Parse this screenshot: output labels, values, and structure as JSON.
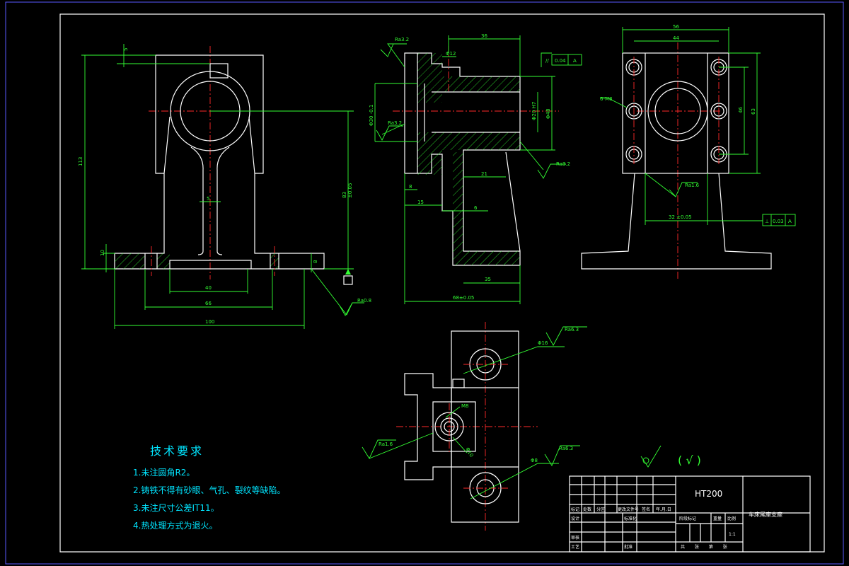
{
  "views": {
    "front": {
      "dims": {
        "total_height": "113",
        "base_thickness": "10",
        "offset": "5",
        "boss_width": "40",
        "hole_spacing": "66",
        "base_length": "100",
        "rib": "5",
        "center_height": "83",
        "tol": "±0.05",
        "base_h": "8"
      },
      "roughness": "Ra0.8"
    },
    "side": {
      "dims": {
        "top": "36",
        "hole": "Φ12",
        "bore_outer": "Φ30 -0.1",
        "bore": "Φ20 H7",
        "outer": "Φ48",
        "flange": "8",
        "w15": "15",
        "w21": "21",
        "w6": "6",
        "w35": "35",
        "total": "68±0.05"
      },
      "roughness": [
        "Ra3.2",
        "Ra3.2",
        "Ra3.2"
      ],
      "tolerance_frame": [
        "//",
        "0.04",
        "A"
      ]
    },
    "right": {
      "dims": {
        "w56": "56",
        "w44": "44",
        "h46": "46",
        "h63": "63",
        "w32": "32 ±0.05",
        "holes": "6-M8"
      },
      "roughness": "Ra1.6",
      "tolerance_frame": [
        "⊥",
        "0.03",
        "A"
      ]
    },
    "top": {
      "dims": {
        "d16": "Φ16",
        "m8": "M8",
        "d10": "Φ10",
        "d8": "Φ8"
      },
      "roughness": [
        "Ra6.3",
        "Ra6.3",
        "Ra1.6"
      ]
    }
  },
  "notes": {
    "title": "技术要求",
    "items": [
      "1.未注圆角R2。",
      "2.铸铁不得有砂眼、气孔、裂纹等缺陷。",
      "3.未注尺寸公差IT11。",
      "4.热处理方式为退火。"
    ]
  },
  "general_roughness": "( √ )",
  "title_block": {
    "material": "HT200",
    "part_name": "车床尾座支座",
    "scale": "1:1",
    "cells": {
      "mark": "标记",
      "count": "处数",
      "zone": "分区",
      "change_doc": "更改文件号",
      "sign": "签名",
      "date": "年.月.日",
      "designer": "设计",
      "standard": "标准化",
      "stage_mark": "阶段标记",
      "weight": "重量",
      "scale_lbl": "比例",
      "review": "审核",
      "process": "工艺",
      "approve": "批准",
      "sheets": "共 张 第 张"
    }
  },
  "colors": {
    "outline": "#ffffff",
    "dimension": "#33ff33",
    "centerline": "#ff2a2a",
    "text": "#00e5ff",
    "frame": "#5a5aff"
  }
}
